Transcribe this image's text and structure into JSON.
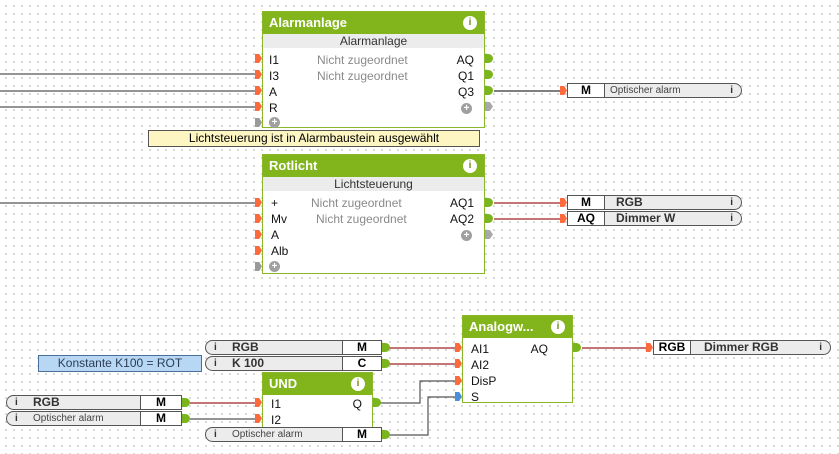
{
  "blocks": {
    "alarmanlage": {
      "title": "Alarmanlage",
      "subtitle": "Alarmanlage",
      "inputs": [
        "I1",
        "I3",
        "A",
        "R"
      ],
      "input_values": [
        "Nicht zugeordnet",
        "Nicht zugeordnet"
      ],
      "outputs": [
        "AQ",
        "Q1",
        "Q3"
      ]
    },
    "rotlicht": {
      "title": "Rotlicht",
      "subtitle": "Lichtsteuerung",
      "inputs": [
        "+",
        "Mv",
        "A",
        "Alb"
      ],
      "input_values": [
        "Nicht zugeordnet",
        "Nicht zugeordnet"
      ],
      "outputs": [
        "AQ1",
        "AQ2"
      ]
    },
    "und": {
      "title": "UND",
      "inputs": [
        "I1",
        "I2"
      ],
      "outputs": [
        "Q"
      ]
    },
    "analogwert": {
      "title": "Analogw...",
      "inputs": [
        "AI1",
        "AI2",
        "DisP",
        "S"
      ],
      "outputs": [
        "AQ"
      ]
    }
  },
  "notes": {
    "alarm_note": "Lichtsteuerung ist in Alarmbaustein ausgewählt",
    "konstante_note": "Konstante K100 = ROT"
  },
  "tags": {
    "out_optischer_alarm": {
      "type": "M",
      "name": "Optischer alarm"
    },
    "out_rgb": {
      "type": "M",
      "name": "RGB"
    },
    "out_dimmer_w": {
      "type": "AQ",
      "name": "Dimmer W"
    },
    "out_dimmer_rgb": {
      "type": "RGB",
      "name": "Dimmer RGB"
    },
    "in_rgb_top": {
      "type": "M",
      "name": "RGB"
    },
    "in_k100": {
      "type": "C",
      "name": "K 100"
    },
    "in_rgb_left": {
      "type": "M",
      "name": "RGB"
    },
    "in_optischer_left": {
      "type": "M",
      "name": "Optischer alarm"
    },
    "in_optischer_bottom": {
      "type": "M",
      "name": "Optischer alarm"
    }
  },
  "icons": {
    "info": "i",
    "plus": "+"
  },
  "colors": {
    "block_header": "#82b41c",
    "input_pin": "#ff6a3c",
    "output_pin": "#7ab51d",
    "wire_red": "#a02020",
    "wire_gray": "#555555",
    "note_yellow": "#fdf6c2",
    "note_blue": "#b7d7f5"
  }
}
